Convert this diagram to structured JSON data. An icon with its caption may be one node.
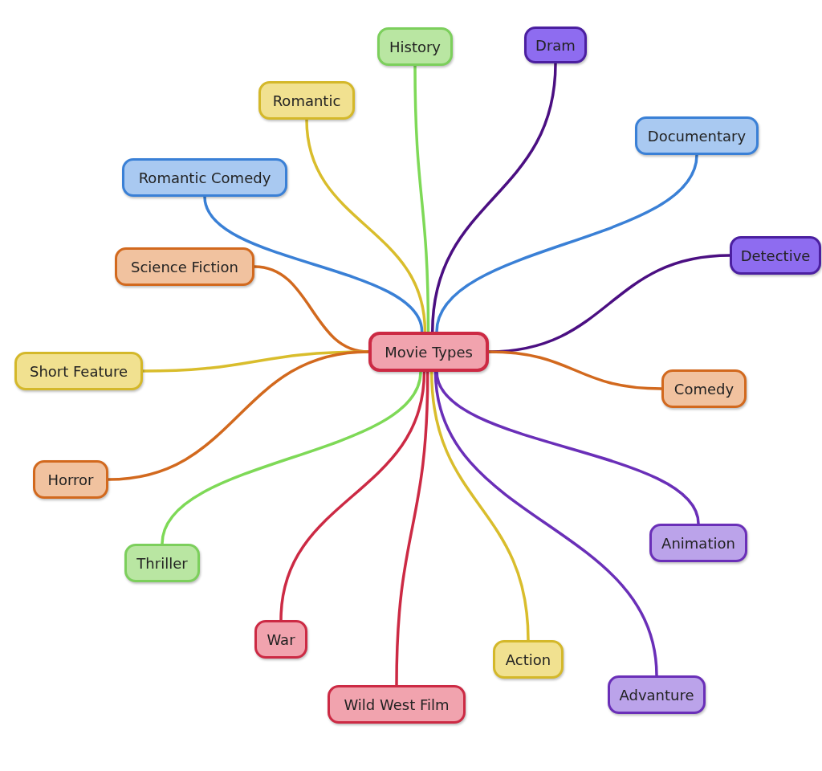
{
  "diagram": {
    "nodes": [
      {
        "text": [
          "Movie Types"
        ]
      },
      {
        "text": [
          "History"
        ]
      },
      {
        "text": [
          "Dram"
        ]
      },
      {
        "text": [
          "Romantic"
        ]
      },
      {
        "text": [
          "Documentary"
        ]
      },
      {
        "text": [
          "Romantic Comedy"
        ]
      },
      {
        "text": [
          "Detective"
        ]
      },
      {
        "text": [
          "Science Fiction"
        ]
      },
      {
        "text": [
          "Short Feature"
        ]
      },
      {
        "text": [
          "Comedy"
        ]
      },
      {
        "text": [
          "Horror"
        ]
      },
      {
        "text": [
          "Animation"
        ]
      },
      {
        "text": [
          "Thriller"
        ]
      },
      {
        "text": [
          "War"
        ]
      },
      {
        "text": [
          "Action"
        ]
      },
      {
        "text": [
          "Advanture"
        ]
      },
      {
        "text": [
          "Wild West Film"
        ]
      }
    ],
    "edges": [
      {
        "from": 0,
        "to": 1,
        "arrow": "none",
        "color": "#7ed957"
      },
      {
        "from": 0,
        "to": 2,
        "arrow": "none",
        "color": "#4b0f82"
      },
      {
        "from": 0,
        "to": 3,
        "arrow": "none",
        "color": "#d9bd2c"
      },
      {
        "from": 0,
        "to": 4,
        "arrow": "none",
        "color": "#3a80d6"
      },
      {
        "from": 0,
        "to": 5,
        "arrow": "none",
        "color": "#3a80d6"
      },
      {
        "from": 0,
        "to": 6,
        "arrow": "none",
        "color": "#4b0f82"
      },
      {
        "from": 0,
        "to": 7,
        "arrow": "none",
        "color": "#d2691e"
      },
      {
        "from": 0,
        "to": 8,
        "arrow": "none",
        "color": "#d9bd2c"
      },
      {
        "from": 0,
        "to": 9,
        "arrow": "none",
        "color": "#d2691e"
      },
      {
        "from": 0,
        "to": 10,
        "arrow": "none",
        "color": "#d2691e"
      },
      {
        "from": 0,
        "to": 11,
        "arrow": "none",
        "color": "#6a2fb8"
      },
      {
        "from": 0,
        "to": 12,
        "arrow": "none",
        "color": "#7ed957"
      },
      {
        "from": 0,
        "to": 13,
        "arrow": "none",
        "color": "#cc2a44"
      },
      {
        "from": 0,
        "to": 14,
        "arrow": "none",
        "color": "#d9bd2c"
      },
      {
        "from": 0,
        "to": 15,
        "arrow": "none",
        "color": "#6a2fb8"
      },
      {
        "from": 0,
        "to": 16,
        "arrow": "none",
        "color": "#cc2a44"
      }
    ]
  }
}
